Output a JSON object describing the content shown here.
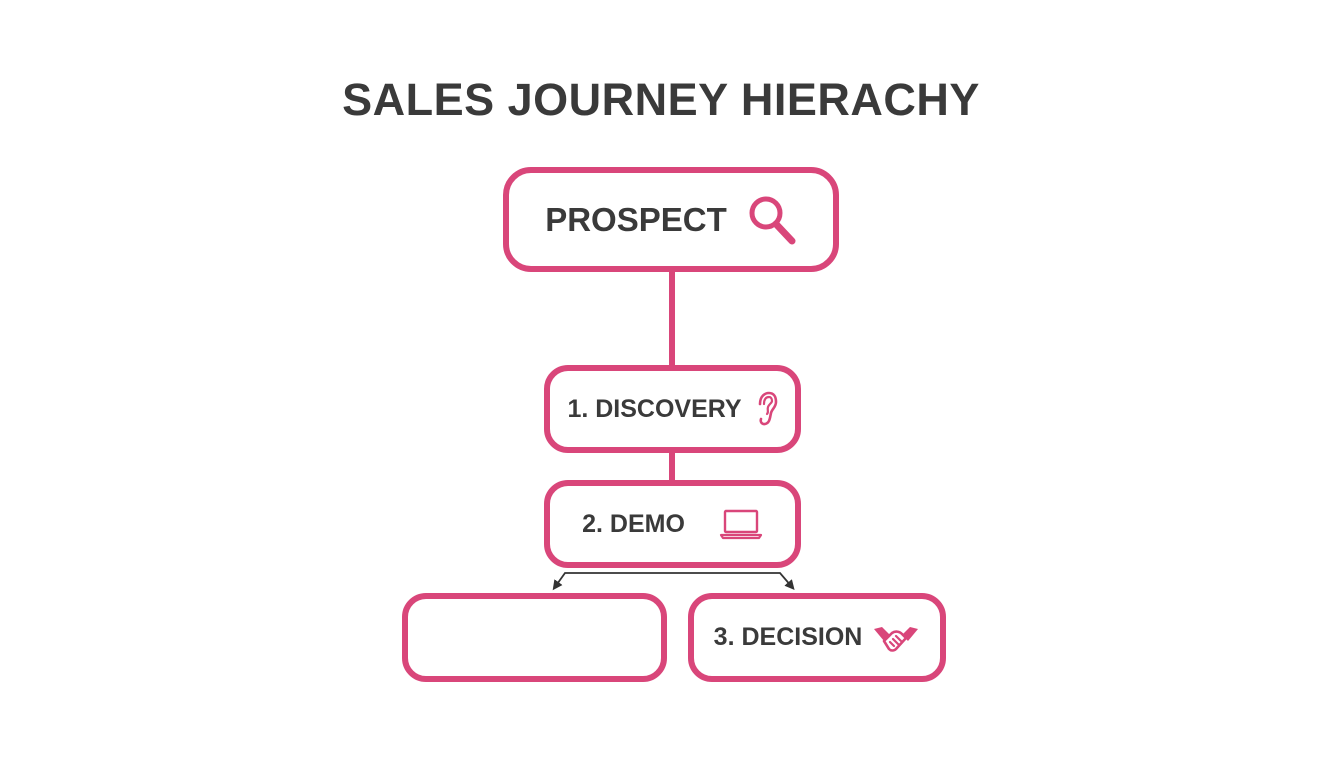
{
  "title": "SALES JOURNEY HIERACHY",
  "colors": {
    "accent": "#d9467a",
    "text": "#3a3a3a",
    "arrow": "#333333",
    "background": "#ffffff"
  },
  "nodes": {
    "prospect": {
      "label": "PROSPECT",
      "icon": "magnifying-glass-icon"
    },
    "discovery": {
      "label": "1. DISCOVERY",
      "icon": "ear-icon"
    },
    "demo": {
      "label": "2. DEMO",
      "icon": "laptop-icon"
    },
    "empty": {
      "label": ""
    },
    "decision": {
      "label": "3. DECISION",
      "icon": "handshake-icon"
    }
  }
}
